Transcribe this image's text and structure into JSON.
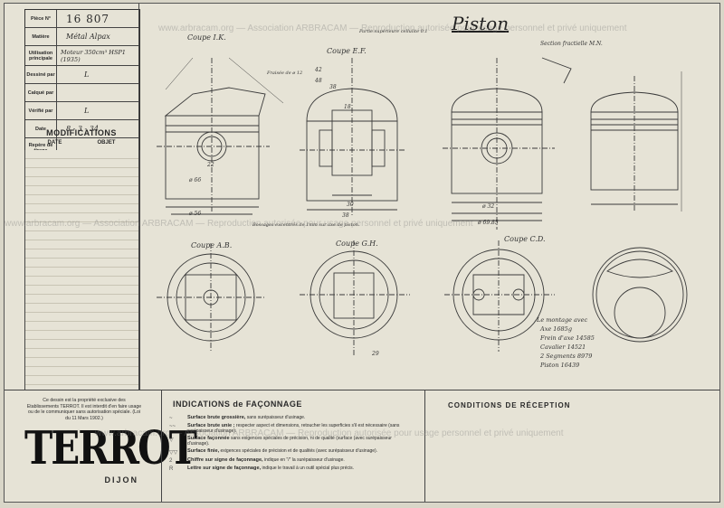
{
  "title_block": {
    "rows": [
      {
        "label": "Pièce N°",
        "value": "16 807"
      },
      {
        "label": "Matière",
        "value": "Métal Alpax"
      },
      {
        "label": "Utilisation principale",
        "value": "Moteur 350cm³ HSP1 (1935)"
      },
      {
        "label": "Dessiné par",
        "value": "L"
      },
      {
        "label": "Calqué par",
        "value": ""
      },
      {
        "label": "Vérifié par",
        "value": "L"
      },
      {
        "label": "Date",
        "value": "8 - 3 - 34"
      },
      {
        "label": "Repère de tirage",
        "value": ""
      }
    ]
  },
  "modifications": {
    "title": "MODIFICATIONS",
    "col_date": "DATE",
    "col_objet": "OBJET"
  },
  "drawing": {
    "title": "Piston",
    "sections": {
      "ik": "Coupe I.K.",
      "ef": "Coupe E.F.",
      "ab": "Coupe A.B.",
      "gh": "Coupe G.H.",
      "cd": "Coupe C.D.",
      "mn": "Section fractielle M.N."
    },
    "notes": {
      "bossages": "Bossages excentrés de 1mm sur axe de piston.",
      "partie_superieure": "Partie supérieure cellulite 0.1",
      "fraisee": "Fraisée de ø 12"
    },
    "dims": {
      "d66": "ø 66",
      "d56": "ø 56",
      "d32": "ø 32",
      "d30": "30",
      "d38": "38",
      "d6985": "ø 69.85",
      "d42": "42",
      "d48": "48",
      "d29": "29",
      "d18": "18",
      "d38b": "38",
      "d22": "22"
    },
    "weights": {
      "title": "Le montage avec",
      "lines": [
        "Axe 1685g",
        "Frein d'axe 14585",
        "Cavalier 14521",
        "2 Segments 8979",
        "Piston 16439"
      ]
    }
  },
  "bottom": {
    "copyright": "Ce dessin est la propriété exclusive des Etablissements TERROT. Il est interdit d'en faire usage ou de le communiquer sans autorisation spéciale. (Loi du 11 Mars 1902.)",
    "logo": "TERROT",
    "logo_sub": "DIJON",
    "indications_title": "INDICATIONS de FAÇONNAGE",
    "indications": [
      {
        "sym": "~",
        "bold": "Surface brute grossière,",
        "text": "sans surépaisseur d'usinage."
      },
      {
        "sym": "~~",
        "bold": "Surface brute unie ;",
        "text": "respecter aspect et dimensions, retoucher les superficies s'il est nécessaire (sans surépaisseur d'usinage)."
      },
      {
        "sym": "▽",
        "bold": "Surface façonnée",
        "text": "sans exigences spéciales de précision, ni de qualité (surface (avec surépaisseur d'usinage)."
      },
      {
        "sym": "▽▽",
        "bold": "Surface finie,",
        "text": "exigences spéciales de précision et de qualités (avec surépaisseur d'usinage)."
      },
      {
        "sym": "2",
        "bold": "Chiffre sur signe de façonnage,",
        "text": "indique en \"/\" la surépaisseur d'usinage."
      },
      {
        "sym": "R",
        "bold": "Lettre sur signe de façonnage,",
        "text": "indique le travail à un outil spécial plus précis."
      }
    ],
    "reception_title": "CONDITIONS DE RÉCEPTION"
  },
  "watermark": "www.arbracam.org — Association ARBRACAM — Reproduction autorisée pour usage personnel et privé uniquement"
}
